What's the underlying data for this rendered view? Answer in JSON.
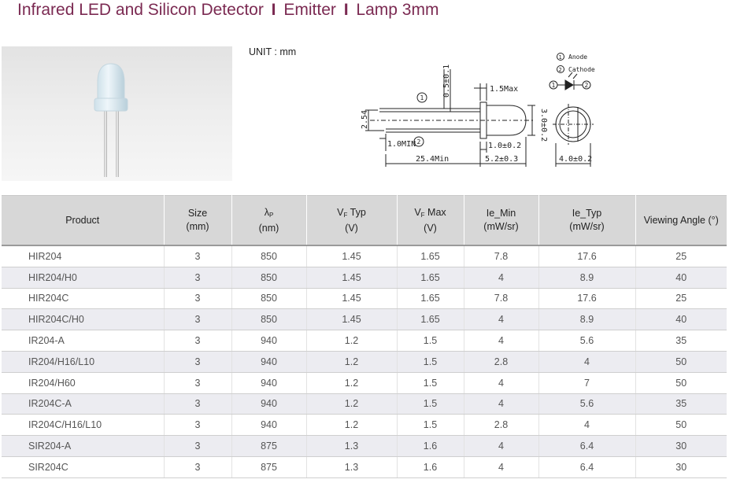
{
  "header": {
    "title_part1": "Infrared LED and Silicon Detector",
    "title_part2": "Emitter",
    "title_part3": "Lamp 3mm",
    "separator": "I"
  },
  "diagram": {
    "unit_label": "UNIT : mm",
    "dim_lead": "0.5±0.1",
    "dim_flange": "1.5Max",
    "dim_pitch": "2.54",
    "dim_body_dia": "3.0±0.2",
    "dim_lead_min": "1.0MIN",
    "dim_lead_len": "25.4Min",
    "dim_1": "1.0±0.2",
    "dim_body_len": "5.2±0.3",
    "dim_base": "4.0±0.2",
    "anode_label": "Anode",
    "cathode_label": "Cathode",
    "pin1": "1",
    "pin2": "2"
  },
  "table": {
    "headers": [
      {
        "line1": "Product",
        "line2": ""
      },
      {
        "line1": "Size",
        "line2": "(mm)"
      },
      {
        "line1": "λ",
        "sub": "P",
        "line2": "(nm)"
      },
      {
        "line1": "V",
        "sub": "F",
        "line1b": " Typ",
        "line2": "(V)"
      },
      {
        "line1": "V",
        "sub": "F",
        "line1b": " Max",
        "line2": "(V)"
      },
      {
        "line1": "Ie_Min",
        "line2": "(mW/sr)"
      },
      {
        "line1": "Ie_Typ",
        "line2": "(mW/sr)"
      },
      {
        "line1": "Viewing Angle (°)",
        "line2": ""
      }
    ],
    "rows": [
      [
        "HIR204",
        "3",
        "850",
        "1.45",
        "1.65",
        "7.8",
        "17.6",
        "25"
      ],
      [
        "HIR204/H0",
        "3",
        "850",
        "1.45",
        "1.65",
        "4",
        "8.9",
        "40"
      ],
      [
        "HIR204C",
        "3",
        "850",
        "1.45",
        "1.65",
        "7.8",
        "17.6",
        "25"
      ],
      [
        "HIR204C/H0",
        "3",
        "850",
        "1.45",
        "1.65",
        "4",
        "8.9",
        "40"
      ],
      [
        "IR204-A",
        "3",
        "940",
        "1.2",
        "1.5",
        "4",
        "5.6",
        "35"
      ],
      [
        "IR204/H16/L10",
        "3",
        "940",
        "1.2",
        "1.5",
        "2.8",
        "4",
        "50"
      ],
      [
        "IR204/H60",
        "3",
        "940",
        "1.2",
        "1.5",
        "4",
        "7",
        "50"
      ],
      [
        "IR204C-A",
        "3",
        "940",
        "1.2",
        "1.5",
        "4",
        "5.6",
        "35"
      ],
      [
        "IR204C/H16/L10",
        "3",
        "940",
        "1.2",
        "1.5",
        "2.8",
        "4",
        "50"
      ],
      [
        "SIR204-A",
        "3",
        "875",
        "1.3",
        "1.6",
        "4",
        "6.4",
        "30"
      ],
      [
        "SIR204C",
        "3",
        "875",
        "1.3",
        "1.6",
        "4",
        "6.4",
        "30"
      ]
    ]
  },
  "colors": {
    "title": "#7b2a52",
    "header_bg": "#d7d7d7",
    "row_alt_bg": "#ececf1"
  }
}
